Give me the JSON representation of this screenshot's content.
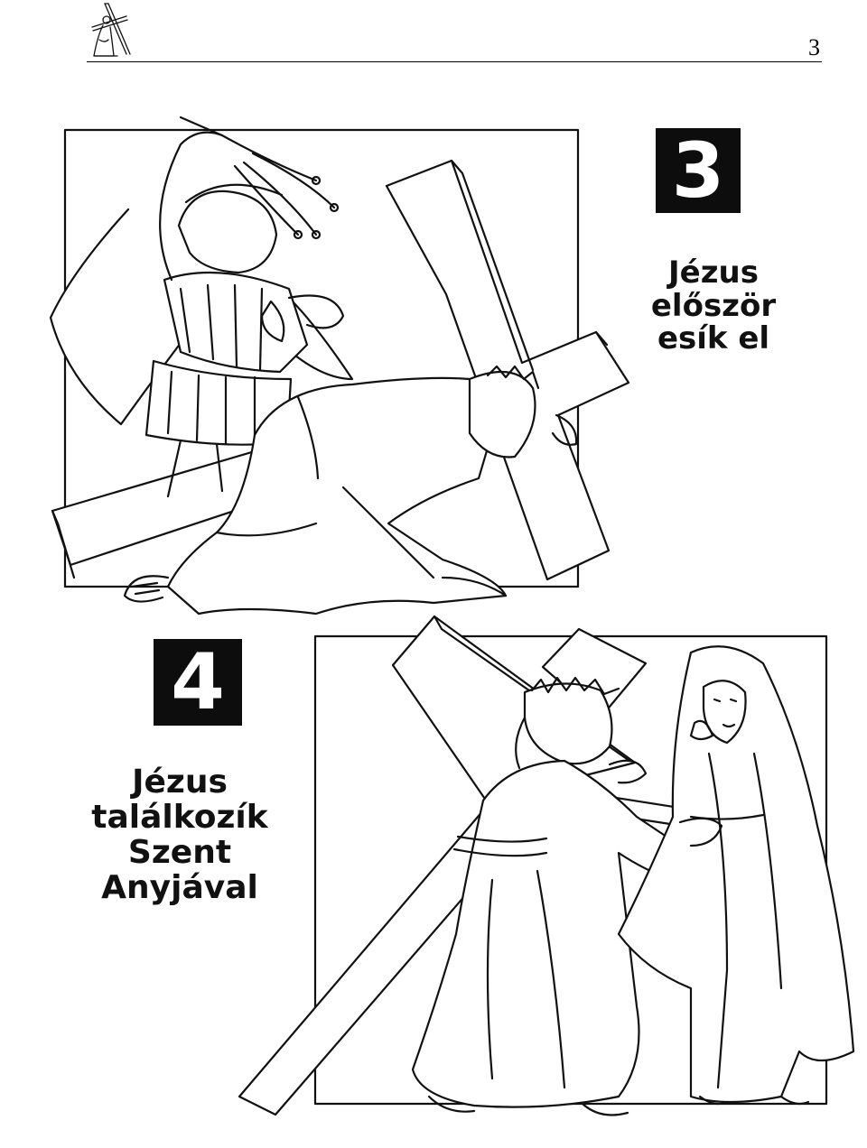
{
  "header": {
    "logo_icon": "cross-bearing-figure-icon",
    "page_number": "3"
  },
  "stations": [
    {
      "number": "3",
      "title_lines": [
        "Jézus",
        "először",
        "esík el"
      ],
      "illustration_icon": "jesus-falls-under-cross-icon"
    },
    {
      "number": "4",
      "title_lines": [
        "Jézus",
        "találkozík",
        "Szent",
        "Anyjával"
      ],
      "illustration_icon": "jesus-meets-mother-icon"
    }
  ],
  "colors": {
    "ink": "#111111",
    "badge": "#0d0d0d",
    "paper": "#ffffff"
  }
}
